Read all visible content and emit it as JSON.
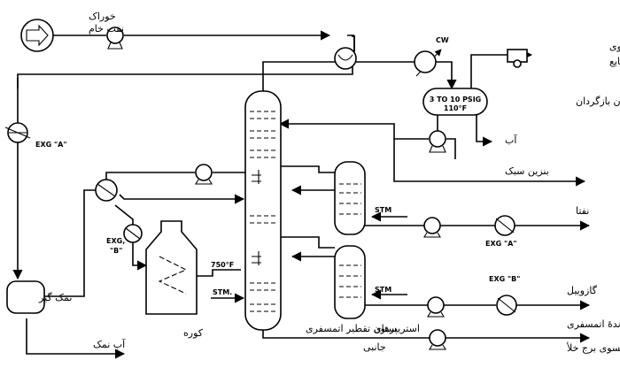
{
  "labels": {
    "feed_line1": "خوراک",
    "feed_line2": "نفت خام",
    "cw": "CW",
    "gas1": "گاز بسوی",
    "gas2": "بازیافت گاز مایع",
    "reflux_tank": "مخزن بازگردان",
    "drum_line1": "3 TO 10 PSIG",
    "drum_line2": "110°F",
    "water": "آب",
    "light_naphtha": "بنزین سبک",
    "exg_a_left": "EXG \"A\"",
    "stm1": "STM",
    "naphtha": "نفتا",
    "exg_a_right": "EXG \"A\"",
    "exg_b_left1": "EXG,",
    "exg_b_left2": "\"B\"",
    "temp_750": "750°F",
    "stm_col": "STM.",
    "stm2": "STM",
    "exg_b_right": "EXG \"B\"",
    "gas_oil": "گازوییل",
    "atm_residue": "باقیماندهٔ اتمسفری",
    "to_vacuum": "بسوی برج خلأ",
    "desalter": "نمک گیر",
    "salt_water": "آب نمک",
    "furnace": "کوره",
    "atm_column": "ستون تقطیر اتمسفری",
    "side_strippers1": "استریپرهای",
    "side_strippers2": "جانبی"
  }
}
